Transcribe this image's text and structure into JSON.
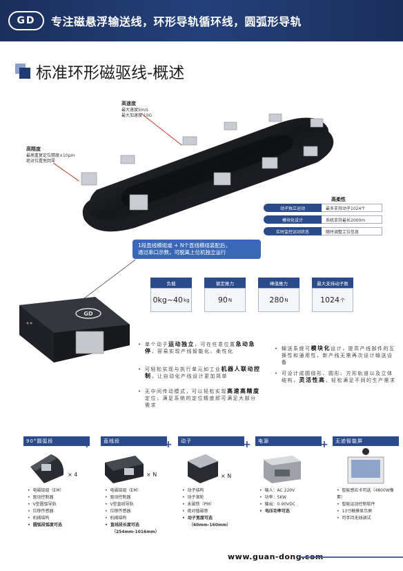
{
  "header": {
    "logo_text": "GD",
    "slogan": "专注磁悬浮输送线，环形导轨循环线，圆弧形导轨"
  },
  "section": {
    "title": "标准环形磁驱线-概述"
  },
  "callouts": {
    "high_speed": {
      "heading": "高速度",
      "lines": [
        "最大速度5m/s",
        "最大加速度 10G"
      ]
    },
    "high_precision": {
      "heading": "高精度",
      "lines": [
        "最高重复定位精度±10μm",
        "绝对位置免回零"
      ]
    }
  },
  "flexibility": {
    "heading": "高柔性",
    "rows": [
      {
        "tag": "动子独立运动",
        "value": "最多支持动子1024个"
      },
      {
        "tag": "模块化设计",
        "value": "系统支持最长2000m"
      },
      {
        "tag": "实时监控运动状态",
        "value": "随时调整工位信息"
      }
    ]
  },
  "bubble": {
    "line1": "1段直线模组或 + N个直线模组装配后，",
    "line2": "通过串口示数，可脱离上位机独立运行"
  },
  "specs": [
    {
      "label": "负载",
      "value": "0kg~40",
      "unit": "kg"
    },
    {
      "label": "额定推力",
      "value": "90",
      "unit": "N"
    },
    {
      "label": "峰值推力",
      "value": "280",
      "unit": "N"
    },
    {
      "label": "最大支持动子数",
      "value": "1024",
      "unit": "个"
    }
  ],
  "module_logo": "GD",
  "bullets_left": [
    {
      "pre": "单个动子",
      "bold": "运动独立",
      "post": "，可在任意位置",
      "bold2": "急动急停",
      "post2": "，容易实现产线智能化、柔性化"
    },
    {
      "pre": "可轻松实现与执行单元如工业",
      "bold": "机器人联动控制",
      "post": "，让自动化产线设计更加简单",
      "bold2": "",
      "post2": ""
    },
    {
      "pre": "无中间传动模式，可以轻松实现",
      "bold": "高速高精度",
      "post": "定位，满足系统的定位精度即可满足大部分需求",
      "bold2": "",
      "post2": ""
    }
  ],
  "bullets_right": [
    {
      "pre": "输送系统可",
      "bold": "模块化",
      "post": "设计，提高产线部件的互换性和通用性，新产线无需再次设计输送设备"
    },
    {
      "pre": "可设计成圆绕形、圆形、方形轨道以及立体结构，",
      "bold": "灵活性高",
      "post": "，轻松满足不同的生产需求"
    }
  ],
  "components": [
    {
      "title": "90°圆弧段",
      "mult": "× 4",
      "items": [
        "电磁绕组（EM）",
        "驱动控制器",
        "V型圆弧导轨",
        "位移传感器",
        "机械结构"
      ],
      "bold_item": "圆弧段弧度可选",
      "sub": ""
    },
    {
      "title": "直线段",
      "mult": "× N",
      "items": [
        "电磁绕组（EM）",
        "驱动控制器",
        "V型直线导轨",
        "位移传感器",
        "机械结构"
      ],
      "bold_item": "直线段长度可选",
      "sub": "（254mm-1016mm）"
    },
    {
      "title": "动子",
      "mult": "× N",
      "items": [
        "动子结构",
        "动子滚轮",
        "永磁铁（PM）",
        "绝对值磁串"
      ],
      "bold_item": "动子宽度可选",
      "sub": "（60mm-160mm）"
    },
    {
      "title": "电源",
      "mult": "",
      "items": [
        "输入：AC 220V",
        "功率：5KW",
        "输出：0-90VDC"
      ],
      "bold_item": "电压功率可选",
      "sub": ""
    },
    {
      "title": "无迹智能屏",
      "mult": "",
      "items": [
        "智能感应卡可选（4800W像素）",
        "智能运动控制软件",
        "13寸触摸显示屏",
        "可手持无线调试"
      ],
      "bold_item": "",
      "sub": ""
    }
  ],
  "footer": {
    "url": "www.guan-dong.com"
  }
}
